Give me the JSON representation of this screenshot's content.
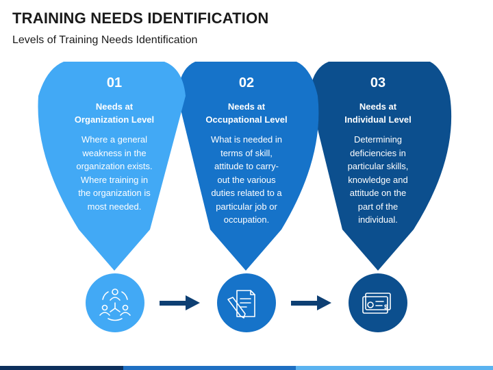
{
  "title": "TRAINING NEEDS IDENTIFICATION",
  "subtitle": "Levels of Training Needs Identification",
  "colors": {
    "level1": "#42a9f5",
    "level2": "#1673c9",
    "level3": "#0c4f8e",
    "arrow": "#0d3f73"
  },
  "levels": [
    {
      "number": "01",
      "heading": "Needs at\nOrganization Level",
      "description": "Where a general\nweakness in the\norganization exists.\nWhere training in\nthe organization is\nmost needed.",
      "icon": "team-network-icon"
    },
    {
      "number": "02",
      "heading": "Needs at\nOccupational Level",
      "description": "What is needed in\nterms of skill,\nattitude to carry-\nout the various\nduties related to a\nparticular job or\noccupation.",
      "icon": "document-pen-icon"
    },
    {
      "number": "03",
      "heading": "Needs at\nIndividual Level",
      "description": "Determining\ndeficiencies in\nparticular skills,\nknowledge and\nattitude on the\npart of the\nindividual.",
      "icon": "certificate-check-icon"
    }
  ]
}
